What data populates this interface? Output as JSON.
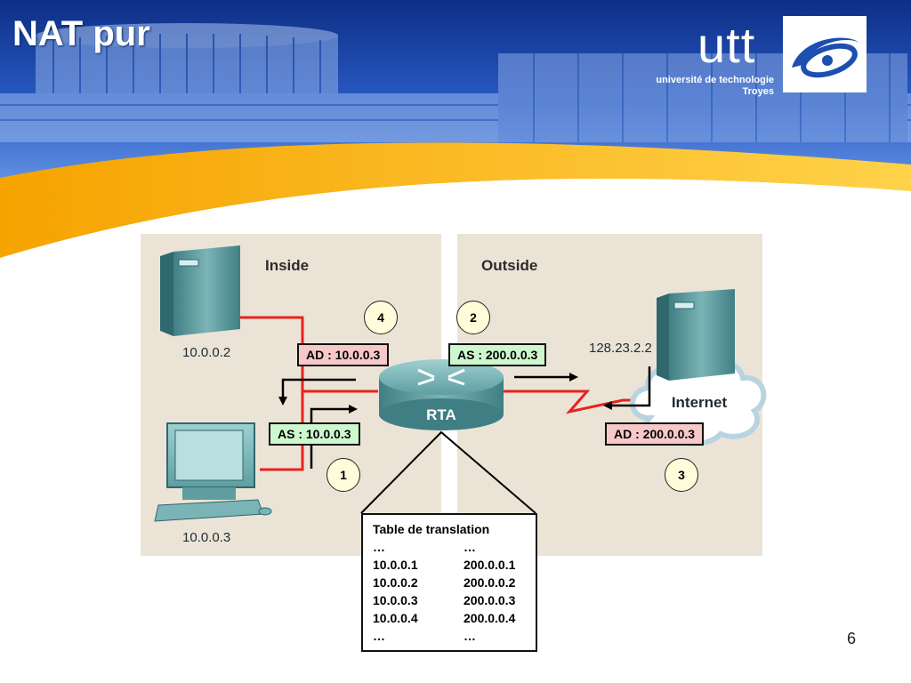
{
  "slide": {
    "title": "NAT pur",
    "page_number": "6"
  },
  "logo": {
    "name": "utt",
    "line1": "université de technologie",
    "line2": "Troyes"
  },
  "diagram": {
    "zones": {
      "inside": "Inside",
      "outside": "Outside"
    },
    "hosts": {
      "server_inside": "10.0.0.2",
      "workstation": "10.0.0.3",
      "server_outside": "128.23.2.2"
    },
    "cloud_label": "Internet",
    "router_label": "RTA",
    "packets": {
      "ad_inside": "AD : 10.0.0.3",
      "as_outside": "AS : 200.0.0.3",
      "as_inside": "AS : 10.0.0.3",
      "ad_outside": "AD : 200.0.0.3"
    },
    "steps": {
      "s1": "1",
      "s2": "2",
      "s3": "3",
      "s4": "4"
    },
    "translation_table": {
      "title": "Table de translation",
      "rows": [
        [
          "…",
          "…"
        ],
        [
          "10.0.0.1",
          "200.0.0.1"
        ],
        [
          "10.0.0.2",
          "200.0.0.2"
        ],
        [
          "10.0.0.3",
          "200.0.0.3"
        ],
        [
          "10.0.0.4",
          "200.0.0.4"
        ],
        [
          "…",
          "…"
        ]
      ]
    }
  },
  "colors": {
    "header_blue": "#1c4fb0",
    "accent_orange": "#f7a500",
    "link_red": "#e8221c",
    "pink_box": "#f7c8c8",
    "green_box": "#cdf7cd",
    "zone_bg": "#ebe4d6"
  }
}
